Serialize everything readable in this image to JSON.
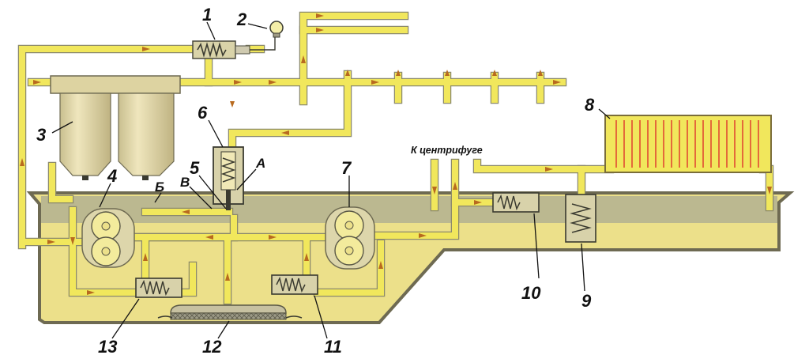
{
  "diagram": {
    "colors": {
      "oil_pipe": "#f1e75c",
      "pipe_outline": "#8c8a6c",
      "crankcase_oil": "#ece08a",
      "crankcase_wall": "#6e6a52",
      "oil_film": "#b3b091",
      "arrows": "#b86a1f",
      "filter_body": "#e2d7a6",
      "radiator_fins": "#e46a3a"
    },
    "callouts": {
      "n1": "1",
      "n2": "2",
      "n3": "3",
      "n4": "4",
      "n5": "5",
      "n6": "6",
      "n7": "7",
      "n8": "8",
      "n9": "9",
      "n10": "10",
      "n11": "11",
      "n12": "12",
      "n13": "13",
      "letter_a": "А",
      "letter_b": "Б",
      "letter_v": "В"
    },
    "centrifuge_caption": "К центрифуге"
  }
}
